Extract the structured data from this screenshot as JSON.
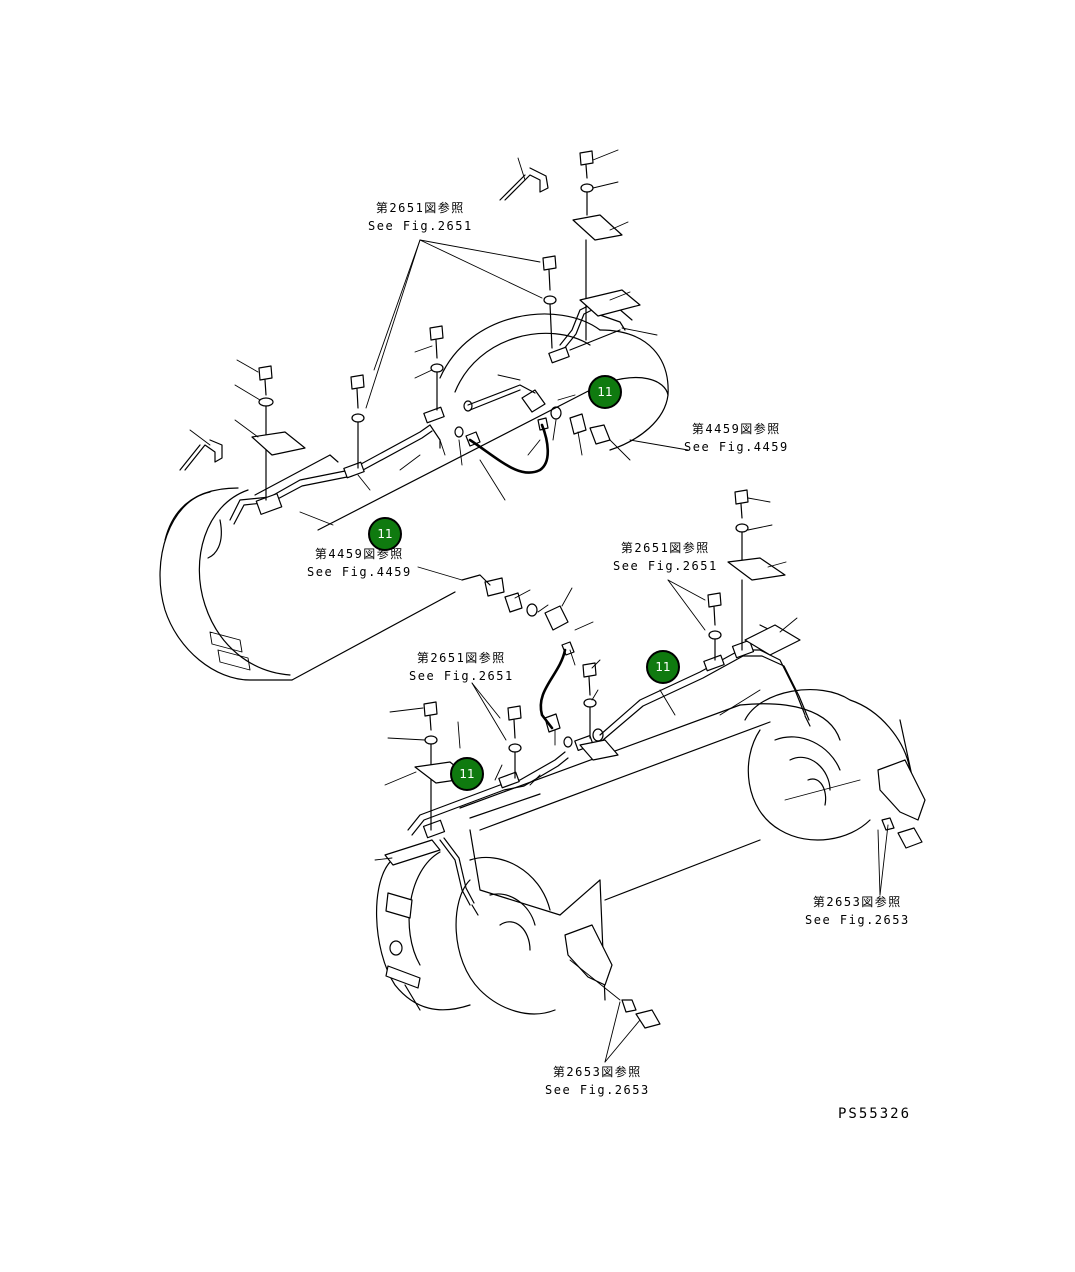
{
  "references": [
    {
      "id": "ref-2651-top",
      "jp": "第2651図参照",
      "en": "See Fig.2651"
    },
    {
      "id": "ref-4459-right",
      "jp": "第4459図参照",
      "en": "See Fig.4459"
    },
    {
      "id": "ref-4459-left",
      "jp": "第4459図参照",
      "en": "See Fig.4459"
    },
    {
      "id": "ref-2651-mid-right",
      "jp": "第2651図参照",
      "en": "See Fig.2651"
    },
    {
      "id": "ref-2651-mid-left",
      "jp": "第2651図参照",
      "en": "See Fig.2651"
    },
    {
      "id": "ref-2653-right",
      "jp": "第2653図参照",
      "en": "See Fig.2653"
    },
    {
      "id": "ref-2653-bottom",
      "jp": "第2653図参照",
      "en": "See Fig.2653"
    }
  ],
  "callouts": [
    "11",
    "11",
    "11",
    "11"
  ],
  "drawing_number": "PS55326",
  "callout_color": "#0f7a0f"
}
